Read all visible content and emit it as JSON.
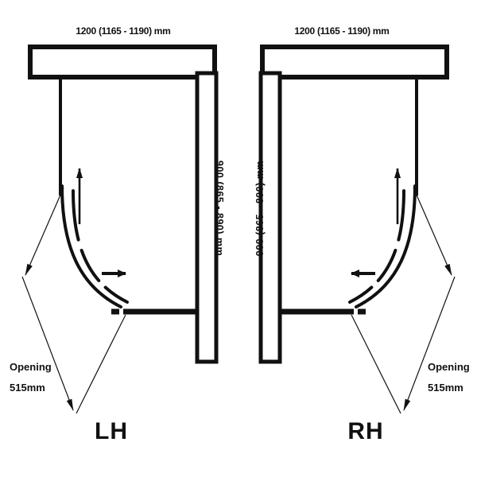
{
  "drawing": {
    "title": "Quadrant shower enclosure plan view",
    "stroke_color": "#111111",
    "background_color": "#ffffff"
  },
  "left_panel": {
    "handing_label": "LH",
    "top_dimension": "1200 (1165 - 1190) mm",
    "side_dimension": "900 (865 - 890) mm",
    "opening_label_line1": "Opening",
    "opening_label_line2": "515mm",
    "door_arrow_vertical": "arrow-up-icon",
    "door_arrow_horizontal": "arrow-right-icon"
  },
  "right_panel": {
    "handing_label": "RH",
    "top_dimension": "1200 (1165 - 1190) mm",
    "side_dimension": "900 (865 - 890) mm",
    "opening_label_line1": "Opening",
    "opening_label_line2": "515mm",
    "door_arrow_vertical": "arrow-up-icon",
    "door_arrow_horizontal": "arrow-left-icon"
  }
}
